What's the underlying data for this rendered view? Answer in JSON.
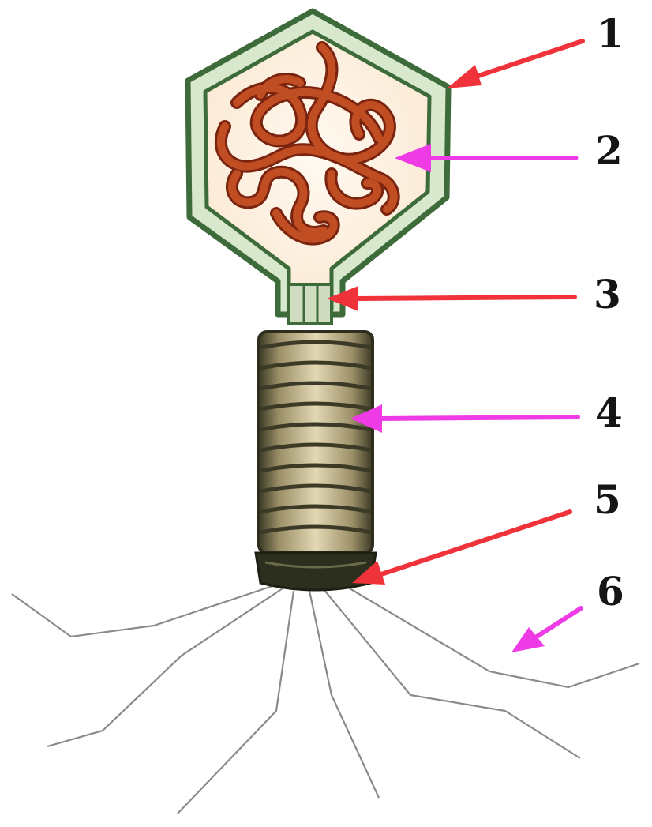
{
  "diagram": {
    "labels": [
      {
        "id": "1",
        "text": "1",
        "arrow_color": "#f0333b"
      },
      {
        "id": "2",
        "text": "2",
        "arrow_color": "#ee3be6"
      },
      {
        "id": "3",
        "text": "3",
        "arrow_color": "#f0333b"
      },
      {
        "id": "4",
        "text": "4",
        "arrow_color": "#ee3be6"
      },
      {
        "id": "5",
        "text": "5",
        "arrow_color": "#f0333b"
      },
      {
        "id": "6",
        "text": "6",
        "arrow_color": "#ee3be6"
      }
    ],
    "colors": {
      "capsid_outer": "#3d6b3a",
      "capsid_fill": "#d8e8cc",
      "head_interior": "#fdf1e2",
      "dna": "#b8431c",
      "dna_dark": "#7a2410",
      "sheath": "#c2b48a",
      "sheath_dark": "#3b3a26",
      "base_plate": "#2d2f1e",
      "tail_fiber": "#8a8a8a"
    }
  }
}
